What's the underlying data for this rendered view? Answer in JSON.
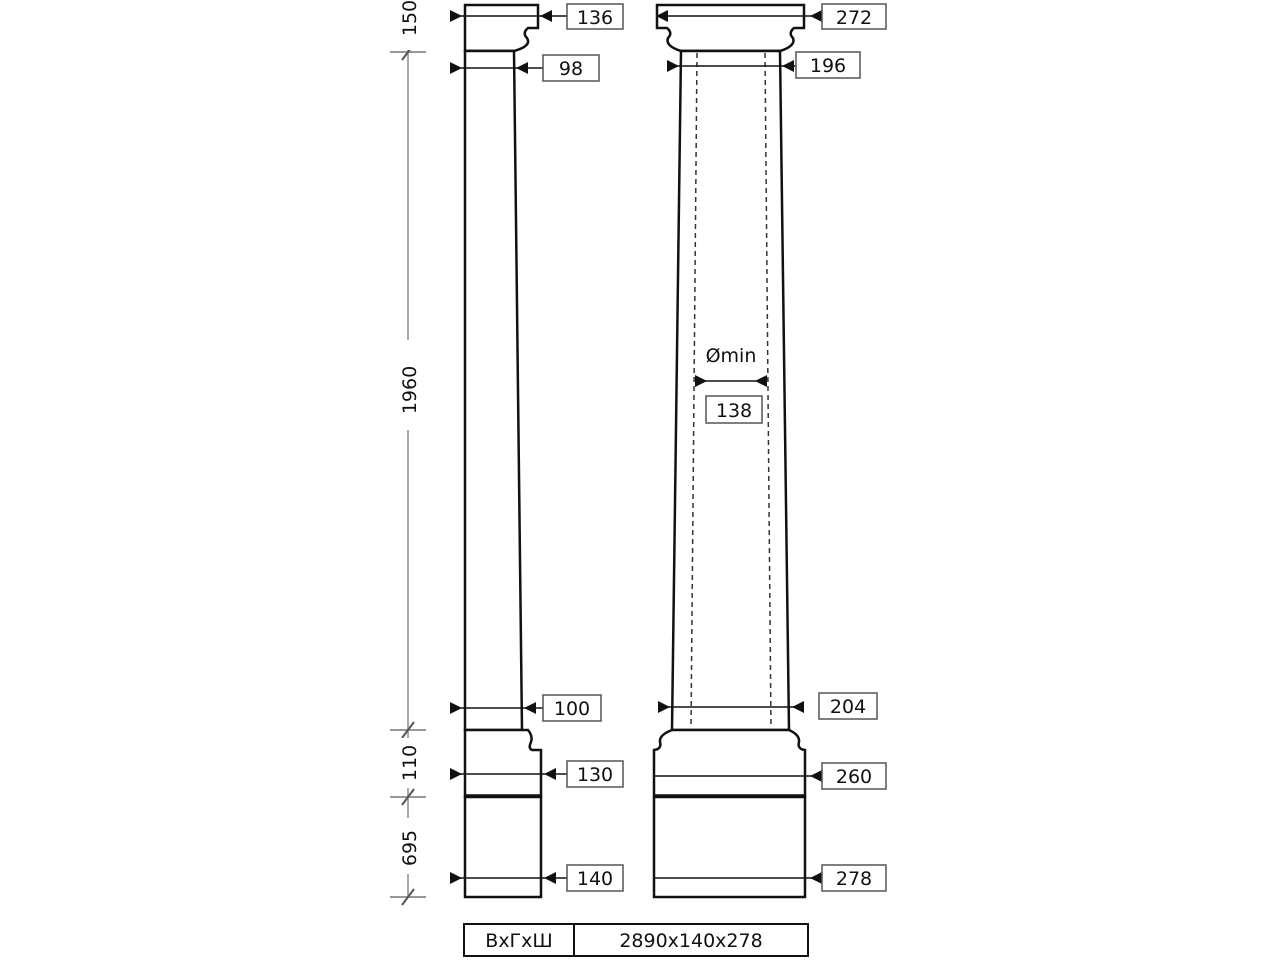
{
  "side_view": {
    "widths": {
      "cornice_top": "136",
      "shaft_top": "98",
      "shaft_bottom": "100",
      "plinth": "130",
      "base": "140"
    },
    "heights": {
      "cornice": "150",
      "shaft": "1960",
      "plinth": "110",
      "base": "695"
    }
  },
  "front_view": {
    "widths": {
      "cornice_top": "272",
      "shaft_top": "196",
      "shaft_bottom": "204",
      "plinth": "260",
      "base": "278"
    },
    "inner_diameter": {
      "label": "Ømin",
      "value": "138"
    }
  },
  "spec_table": {
    "label": "ВхГхШ",
    "value": "2890x140x278"
  }
}
